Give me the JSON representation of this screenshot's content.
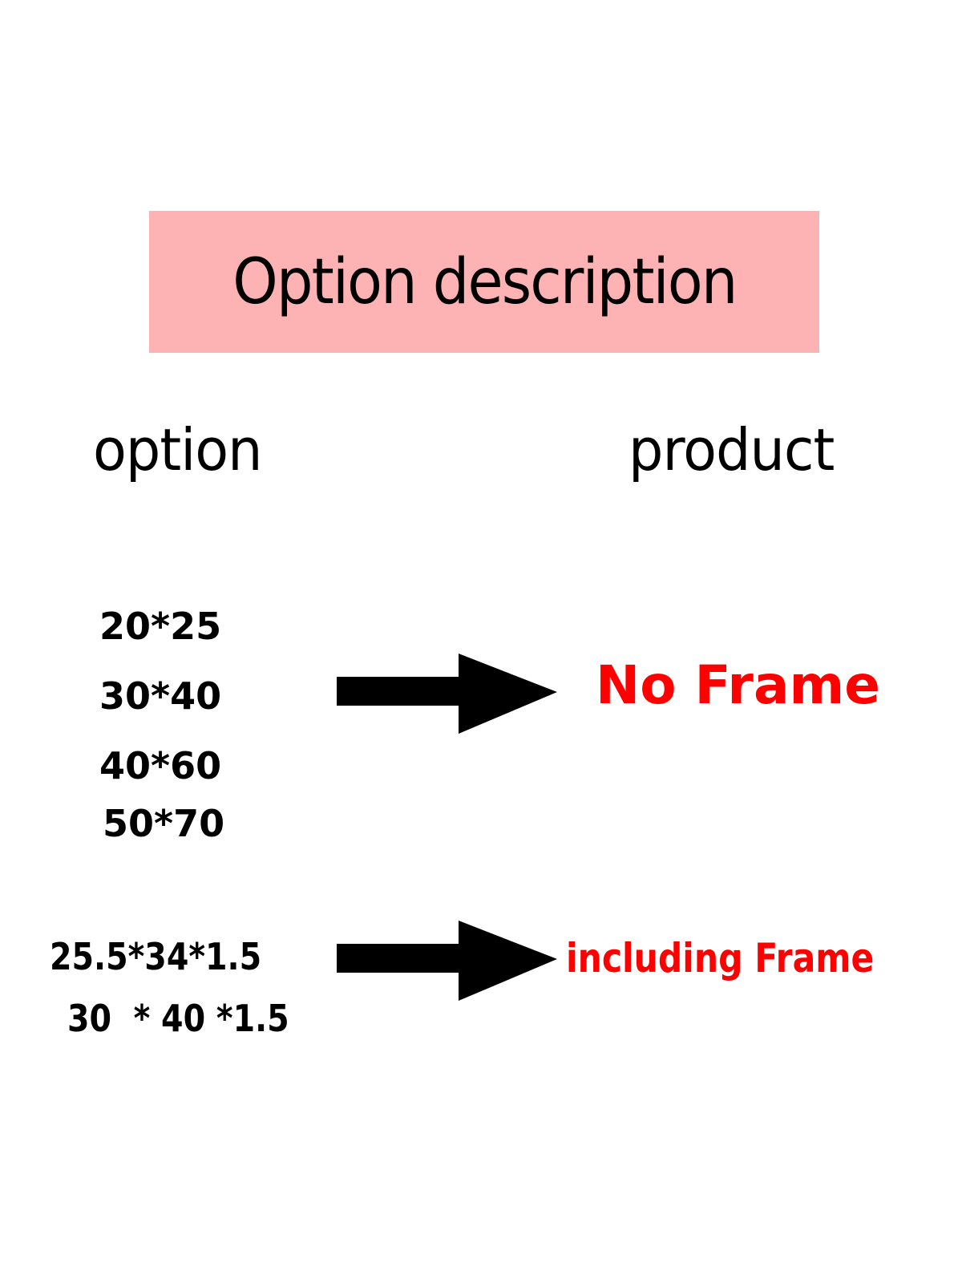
{
  "header": {
    "title": "Option description",
    "title_bg": "#fdb2b3"
  },
  "columns": {
    "left": "option",
    "right": "product"
  },
  "groups": [
    {
      "options": [
        "20*25",
        "30*40",
        "40*60",
        "50*70"
      ],
      "arrow_icon": "right-arrow",
      "result": "No Frame",
      "result_color": "#fe0000"
    },
    {
      "options": [
        "25.5*34*1.5",
        "30  * 40 *1.5"
      ],
      "arrow_icon": "right-arrow",
      "result": "including Frame",
      "result_color": "#fe0000"
    }
  ]
}
